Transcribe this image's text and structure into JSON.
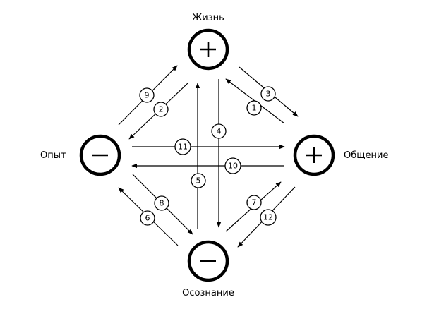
{
  "nodes": {
    "life": {
      "label": "Жизнь",
      "sign": "+"
    },
    "experience": {
      "label": "Опыт",
      "sign": "−"
    },
    "communication": {
      "label": "Общение",
      "sign": "+"
    },
    "awareness": {
      "label": "Осознание",
      "sign": "−"
    }
  },
  "arrows": [
    {
      "number": "1",
      "from": "communication",
      "to": "life"
    },
    {
      "number": "2",
      "from": "life",
      "to": "experience"
    },
    {
      "number": "3",
      "from": "life",
      "to": "communication"
    },
    {
      "number": "4",
      "from": "life",
      "to": "awareness"
    },
    {
      "number": "5",
      "from": "awareness",
      "to": "life"
    },
    {
      "number": "6",
      "from": "awareness",
      "to": "experience"
    },
    {
      "number": "7",
      "from": "awareness",
      "to": "communication"
    },
    {
      "number": "8",
      "from": "experience",
      "to": "awareness"
    },
    {
      "number": "9",
      "from": "experience",
      "to": "life"
    },
    {
      "number": "10",
      "from": "communication",
      "to": "experience"
    },
    {
      "number": "11",
      "from": "experience",
      "to": "communication"
    },
    {
      "number": "12",
      "from": "communication",
      "to": "awareness"
    }
  ]
}
